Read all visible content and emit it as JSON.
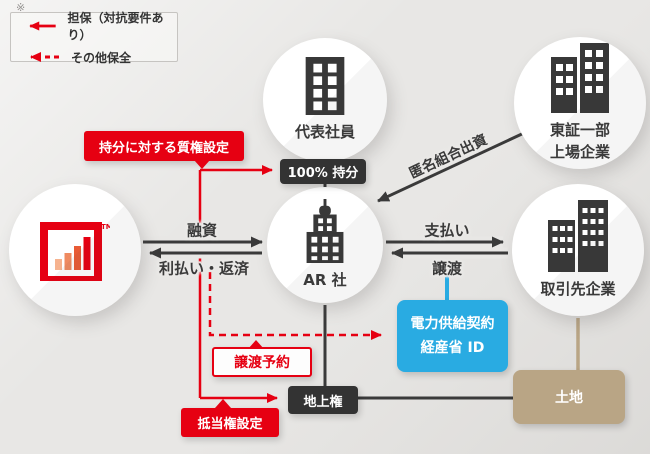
{
  "diagram": {
    "legend": {
      "note": "※",
      "solid_label": "担保（対抗要件あり）",
      "dashed_label": "その他保全"
    },
    "nodes": {
      "representative": {
        "label": "代表社員"
      },
      "listed": {
        "line1": "東証一部",
        "line2": "上場企業"
      },
      "ar": {
        "label": "AR 社"
      },
      "partner": {
        "label": "取引先企業"
      },
      "lender": {
        "trademark": "TM"
      }
    },
    "edges": {
      "equity": "100% 持分",
      "silent_partnership": "匿名組合出資",
      "loan": "融資",
      "repayment": "利払い・返済",
      "payment": "支払い",
      "assignment": "譲渡"
    },
    "callouts": {
      "pledge": "持分に対する質権設定",
      "assignment_reservation": "譲渡予約",
      "mortgage": "抵当権設定"
    },
    "assets": {
      "power_line1": "電力供給契約",
      "power_line2": "経産省 ID",
      "surface_right": "地上権",
      "land": "土地"
    },
    "colors": {
      "red": "#e60012",
      "blue": "#29abe2",
      "tan": "#b9a585",
      "dark": "#3a3a3a"
    }
  }
}
